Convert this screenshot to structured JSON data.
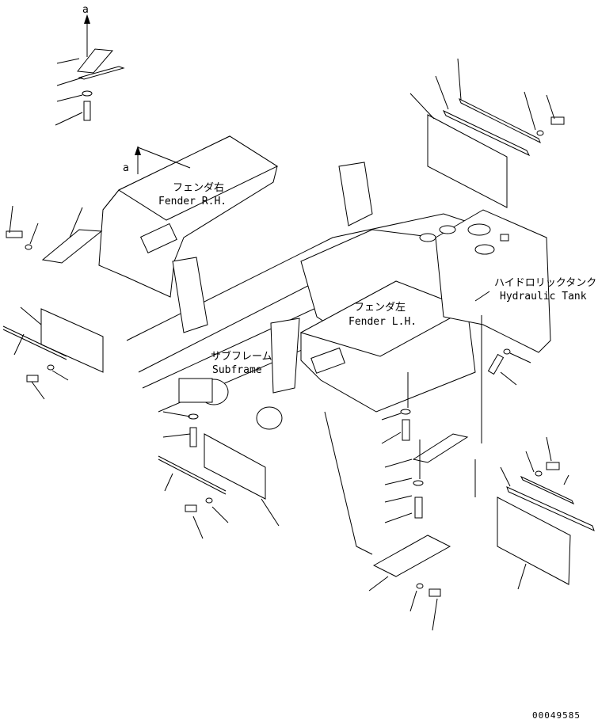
{
  "labels": {
    "view_arrow_top": "a",
    "view_arrow_left": "a",
    "fender_rh_jp": "フェンダ右",
    "fender_rh_en": "Fender R.H.",
    "fender_lh_jp": "フェンダ左",
    "fender_lh_en": "Fender L.H.",
    "hydraulic_tank_jp": "ハイドロリックタンク",
    "hydraulic_tank_en": "Hydraulic Tank",
    "subframe_jp": "サブフレーム",
    "subframe_en": "Subframe",
    "drawing_number": "00049585"
  }
}
